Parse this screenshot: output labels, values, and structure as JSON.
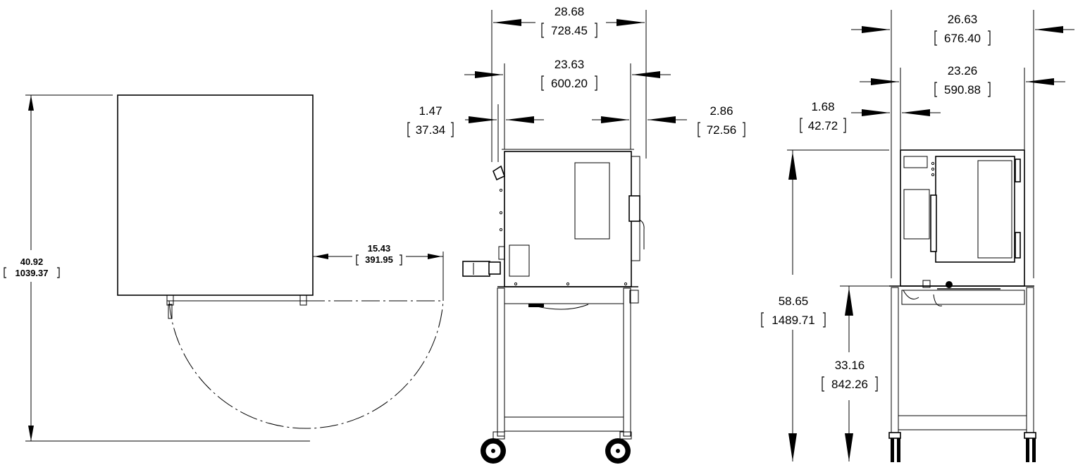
{
  "top_view": {
    "overall_depth": {
      "inch": "40.92",
      "mm": "1039.37"
    },
    "door_swing": {
      "inch": "15.43",
      "mm": "391.95"
    }
  },
  "side_view": {
    "overall_width": {
      "inch": "28.68",
      "mm": "728.45"
    },
    "body_width": {
      "inch": "23.63",
      "mm": "600.20"
    },
    "rear_offset": {
      "inch": "1.47",
      "mm": "37.34"
    },
    "front_offset": {
      "inch": "2.86",
      "mm": "72.56"
    }
  },
  "front_view": {
    "overall_width": {
      "inch": "26.63",
      "mm": "676.40"
    },
    "body_width": {
      "inch": "23.26",
      "mm": "590.88"
    },
    "left_offset": {
      "inch": "1.68",
      "mm": "42.72"
    },
    "overall_height": {
      "inch": "58.65",
      "mm": "1489.71"
    },
    "stand_height": {
      "inch": "33.16",
      "mm": "842.26"
    }
  }
}
